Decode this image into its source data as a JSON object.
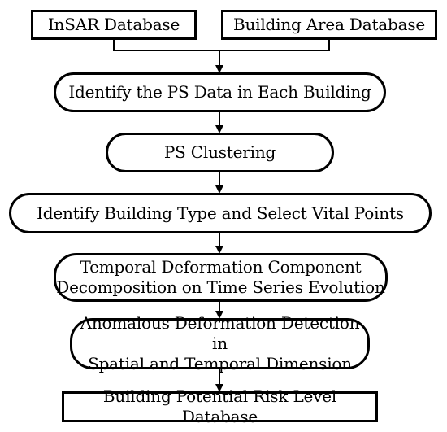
{
  "diagram": {
    "inputs": [
      {
        "id": "insar",
        "label": "InSAR Database"
      },
      {
        "id": "building-area",
        "label": "Building Area Database"
      }
    ],
    "steps": [
      {
        "id": "identify-ps",
        "lines": [
          "Identify the PS Data in Each Building"
        ]
      },
      {
        "id": "ps-clustering",
        "lines": [
          "PS Clustering"
        ]
      },
      {
        "id": "identify-type",
        "lines": [
          "Identify Building Type and Select Vital Points"
        ]
      },
      {
        "id": "temporal-decomp",
        "lines": [
          "Temporal Deformation Component",
          "Decomposition on Time Series Evolution"
        ]
      },
      {
        "id": "anomaly-detect",
        "lines": [
          "Anomalous Deformation Detection in",
          "Spatial and Temporal Dimension"
        ]
      }
    ],
    "output": {
      "id": "risk-db",
      "label": "Building Potential Risk Level Database"
    },
    "edges": [
      {
        "from": "insar",
        "to": "identify-ps"
      },
      {
        "from": "building-area",
        "to": "identify-ps"
      },
      {
        "from": "identify-ps",
        "to": "ps-clustering"
      },
      {
        "from": "ps-clustering",
        "to": "identify-type"
      },
      {
        "from": "identify-type",
        "to": "temporal-decomp"
      },
      {
        "from": "temporal-decomp",
        "to": "anomaly-detect"
      },
      {
        "from": "anomaly-detect",
        "to": "risk-db"
      }
    ]
  }
}
